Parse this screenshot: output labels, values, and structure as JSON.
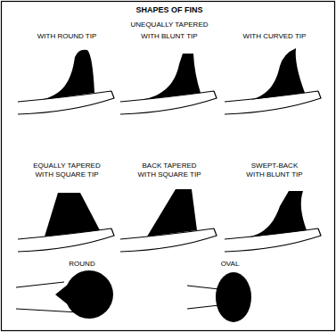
{
  "diagram": {
    "title": "SHAPES OF FINS",
    "labels": [
      "UNEQUALLY TAPERED",
      "WITH ROUND TIP",
      "WITH BLUNT TIP",
      "WITH CURVED TIP",
      "EQUALLY TAPERED WITH SQUARE TIP",
      "BACK TAPERED WITH SQUARE TIP",
      "SWEPT-BACK WITH BLUNT TIP",
      "ROUND",
      "OVAL"
    ]
  }
}
